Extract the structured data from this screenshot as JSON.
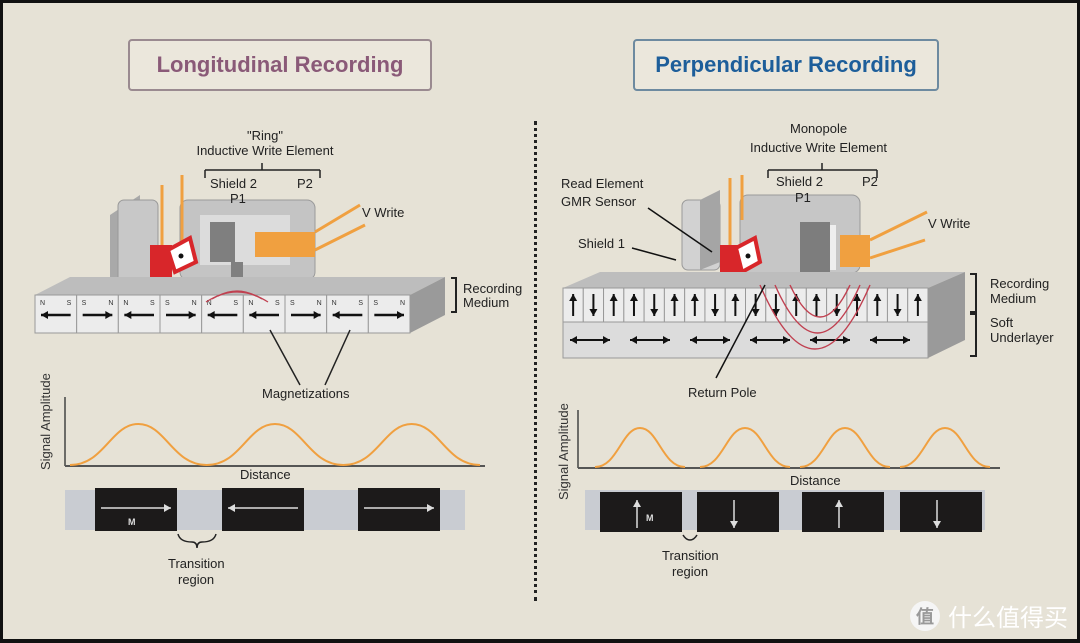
{
  "left_panel": {
    "title": "Longitudinal Recording",
    "head_label_1": "\"Ring\"",
    "head_label_2": "Inductive Write Element",
    "shield2": "Shield 2",
    "p2": "P2",
    "p1": "P1",
    "v_write": "V Write",
    "medium_label_1": "Recording",
    "medium_label_2": "Medium",
    "magnetizations": "Magnetizations",
    "domains": [
      "left",
      "right",
      "left",
      "right",
      "left",
      "left",
      "right",
      "left",
      "right"
    ],
    "pole_labels": [
      [
        "N",
        "S"
      ],
      [
        "S",
        "N"
      ],
      [
        "N",
        "S"
      ],
      [
        "S",
        "N"
      ],
      [
        "N",
        "S"
      ],
      [
        "N",
        "S"
      ],
      [
        "S",
        "N"
      ],
      [
        "N",
        "S"
      ],
      [
        "S",
        "N"
      ]
    ],
    "y_axis": "Signal Amplitude",
    "x_axis": "Distance",
    "signal_peaks": 3,
    "bits": [
      "right",
      "left",
      "right"
    ],
    "bit_label": "M",
    "transition_1": "Transition",
    "transition_2": "region"
  },
  "right_panel": {
    "title": "Perpendicular Recording",
    "head_label_1": "Monopole",
    "head_label_2": "Inductive Write Element",
    "shield2": "Shield 2",
    "p2": "P2",
    "p1": "P1",
    "v_write": "V Write",
    "read_1": "Read Element",
    "read_2": "GMR Sensor",
    "shield1": "Shield 1",
    "medium_label_1": "Recording",
    "medium_label_2": "Medium",
    "under_label_1": "Soft",
    "under_label_2": "Underlayer",
    "return_pole": "Return Pole",
    "domains": [
      "up",
      "down",
      "up",
      "up",
      "down",
      "up",
      "up",
      "down",
      "up",
      "down",
      "down",
      "up",
      "up",
      "down",
      "up",
      "up",
      "down",
      "up"
    ],
    "y_axis": "Signal Amplitude",
    "x_axis": "Distance",
    "signal_peaks": 4,
    "bits": [
      "up",
      "down",
      "up",
      "down"
    ],
    "bit_label": "M",
    "transition_1": "Transition",
    "transition_2": "region"
  },
  "colors": {
    "orange": "#f0a040",
    "red": "#d8262a",
    "gray_block": "#b8b8b8",
    "field_lines": "#c04050"
  },
  "watermark": {
    "icon_text": "值",
    "text": "什么值得买"
  }
}
